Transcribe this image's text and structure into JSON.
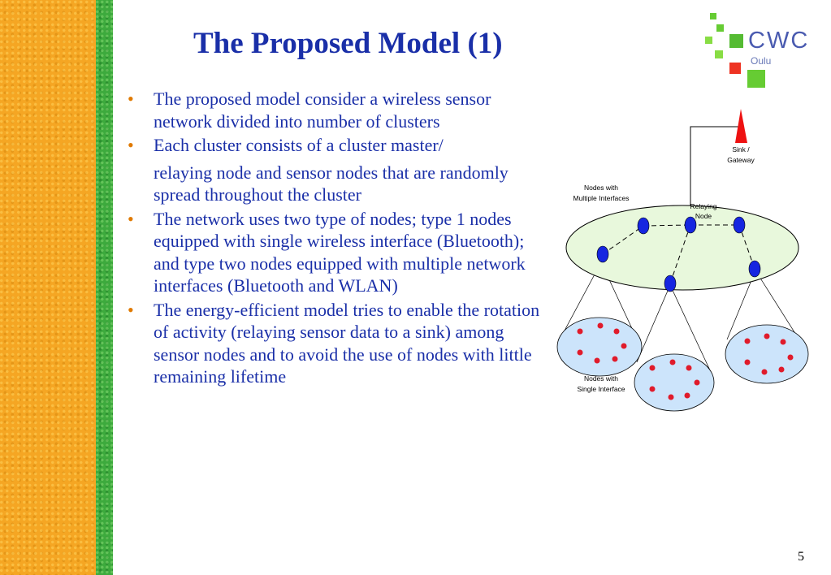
{
  "slide": {
    "title": "The Proposed Model (1)",
    "page_number": "5"
  },
  "logo": {
    "name": "CWC",
    "sub": "Oulu",
    "colors": [
      "#66cc33",
      "#33aa33",
      "#ee3322",
      "#88dd44"
    ]
  },
  "bullets": [
    {
      "text": "The proposed model consider a wireless sensor network divided into number of clusters"
    },
    {
      "line1": "Each cluster consists of a cluster master/",
      "line2": "relaying node and sensor nodes that are randomly spread throughout the cluster"
    },
    {
      "text": "The network uses two type of nodes; type 1 nodes equipped with single wireless interface (Bluetooth); and type two nodes equipped with multiple network interfaces (Bluetooth and WLAN)"
    },
    {
      "text": "The energy-efficient model tries to enable the rotation of activity (relaying sensor data to a sink) among sensor nodes and to avoid the use of nodes with little remaining lifetime"
    }
  ],
  "diagram": {
    "sink_label_1": "Sink /",
    "sink_label_2": "Gateway",
    "multi_label_1": "Nodes with",
    "multi_label_2": "Multiple Interfaces",
    "relay_label_1": "Relaying",
    "relay_label_2": "Node",
    "single_label_1": "Nodes with",
    "single_label_2": "Single Interface",
    "colors": {
      "ellipse_fill": "#e8f8dc",
      "cluster_fill": "#cce4fb",
      "blue_node": "#1626e0",
      "red_node": "#e01b2b",
      "sink": "#ee1111"
    }
  }
}
